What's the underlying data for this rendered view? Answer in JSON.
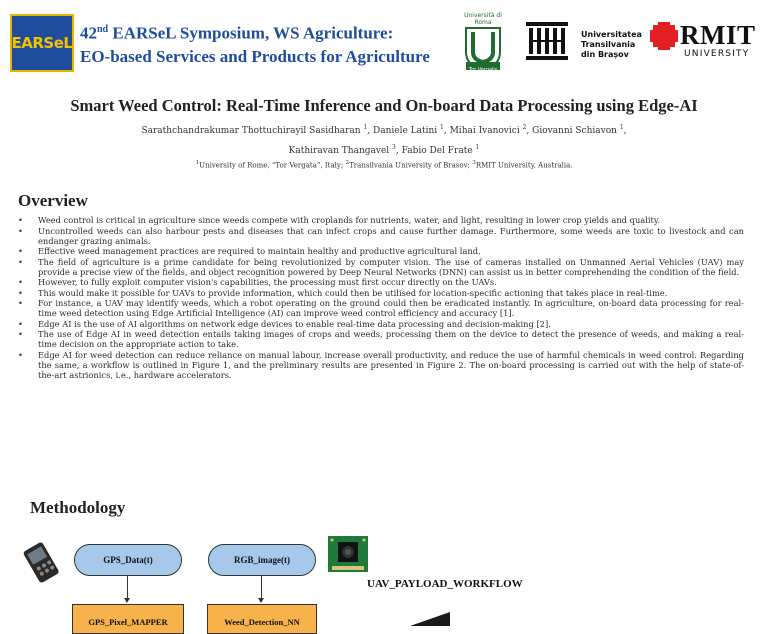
{
  "header": {
    "earsel_logo": "EARSeL",
    "title_ordinal": "42",
    "title_ordinal_suffix": "nd",
    "title_line1_rest": " EARSeL Symposium, WS Agriculture:",
    "title_line2": "EO-based Services and Products for Agriculture",
    "tv_logo_top": "Università di Roma",
    "tv_logo_bottom": "Tor Vergata",
    "unitbv_line1": "Universitatea",
    "unitbv_line2": "Transilvania",
    "unitbv_line3": "din Brașov",
    "rmit_word": "RMIT",
    "rmit_sub": "UNIVERSITY"
  },
  "paper": {
    "title": "Smart Weed Control: Real-Time Inference and On-board Data Processing using Edge-AI",
    "authors_line1": [
      {
        "name": "Sarathchandrakumar Thottuchirayil Sasidharan ",
        "sup": "1",
        "sep": ", "
      },
      {
        "name": "Daniele Latini ",
        "sup": "1",
        "sep": ", "
      },
      {
        "name": "Mihai Ivanovici ",
        "sup": "2",
        "sep": ", "
      },
      {
        "name": "Giovanni Schiavon ",
        "sup": "1",
        "sep": ","
      }
    ],
    "authors_line2": [
      {
        "name": "Kathiravan Thangavel ",
        "sup": "3",
        "sep": ", "
      },
      {
        "name": "Fabio Del Frate ",
        "sup": "1",
        "sep": ""
      }
    ],
    "affiliations": [
      {
        "sup": "1",
        "text": "University of Rome, “Tor Vergata”, Italy; "
      },
      {
        "sup": "2",
        "text": "Transilvania University of Brasov; "
      },
      {
        "sup": "3",
        "text": "RMIT University, Australia."
      }
    ]
  },
  "overview": {
    "heading": "Overview",
    "bullets": [
      "Weed control is critical in agriculture since weeds compete with croplands for nutrients, water, and light, resulting in lower crop yields and quality.",
      "Uncontrolled weeds can also harbour pests and diseases that can infect crops and cause further damage. Furthermore, some weeds are toxic to livestock and can endanger grazing animals.",
      "Effective weed management practices are required to maintain healthy and productive agricultural land.",
      "The field of agriculture is a prime candidate for being revolutionized by computer vision. The use of cameras installed on Unmanned Aerial Vehicles (UAV) may provide a precise view of the fields, and object recognition powered by Deep Neural Networks (DNN) can assist us in better comprehending the condition of the field.",
      "However, to fully exploit computer vision's capabilities, the processing must first occur directly on the UAVs.",
      "This would make it possible for UAVs to provide information, which could then be utilised for location-specific actioning that takes place in real-time.",
      "For instance, a UAV may identify weeds, which a robot operating on the ground could then be eradicated instantly. In agriculture, on-board data processing for real-time weed detection using Edge Artificial Intelligence (AI) can improve weed control efficiency and accuracy [1].",
      "Edge AI is the use of AI algorithms on network edge devices to enable real-time data processing and decision-making [2].",
      "The use of Edge AI in weed detection entails taking images of crops and weeds, processing them on the device to detect the presence of weeds, and making a real-time decision on the appropriate action to take.",
      "Edge AI for weed detection can reduce reliance on manual labour, increase overall productivity, and reduce the use of harmful chemicals in weed control. Regarding the same, a workflow is outlined in Figure 1, and the preliminary results are presented in Figure 2. The on-board processing is carried out with the help of state-of-the-art astrionics, i.e., hardware accelerators."
    ]
  },
  "methodology": {
    "heading": "Methodology",
    "gps_node": "GPS_Data(t)",
    "rgb_node": "RGB_image(t)",
    "gps_mapper": "GPS_Pixel_MAPPER",
    "weed_nn": "Weed_Detection_NN",
    "workflow_label": "UAV_PAYLOAD_WORKFLOW",
    "colors": {
      "node_fill": "#a6c8ea",
      "box_fill": "#f7b24b"
    }
  }
}
